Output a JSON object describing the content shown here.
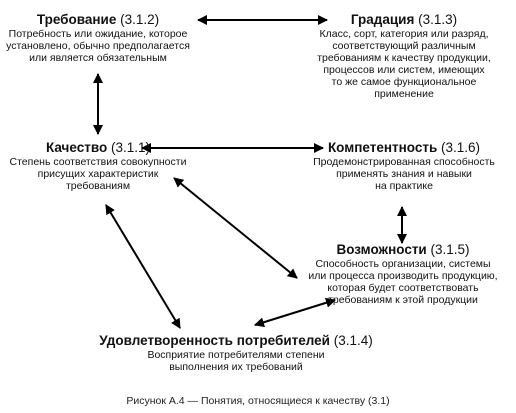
{
  "nodes": {
    "requirement": {
      "term": "Требование",
      "code": "(3.1.2)",
      "definition": [
        "Потребность или ожидание, которое",
        "установлено, обычно предполагается",
        "или является обязательным"
      ]
    },
    "grade": {
      "term": "Градация",
      "code": "(3.1.3)",
      "definition": [
        "Класс, сорт, категория или разряд,",
        "соответствующий различным",
        "требованиям к качеству продукции,",
        "процессов или систем, имеющих",
        "то же самое функциональное",
        "применение"
      ]
    },
    "quality": {
      "term": "Качество",
      "code": "(3.1.1)",
      "definition": [
        "Степень соответствия совокупности",
        "присущих характеристик",
        "требованиям"
      ]
    },
    "competence": {
      "term": "Компетентность",
      "code": "(3.1.6)",
      "definition": [
        "Продемонстрированная способность",
        "применять знания и навыки",
        "на практике"
      ]
    },
    "capability": {
      "term": "Возможности",
      "code": "(3.1.5)",
      "definition": [
        "Способность организации, системы",
        "или процесса производить продукцию,",
        "которая будет соответствовать",
        "требованиям к этой продукции"
      ]
    },
    "satisfaction": {
      "term": "Удовлетворенность потребителей",
      "code": "(3.1.4)",
      "definition": [
        "Восприятие потребителями степени",
        "выполнения их требований"
      ]
    }
  },
  "caption": "Рисунок А.4 — Понятия, относящиеся к качеству (3.1)",
  "colors": {
    "text": "#111111",
    "arrow": "#000000"
  }
}
